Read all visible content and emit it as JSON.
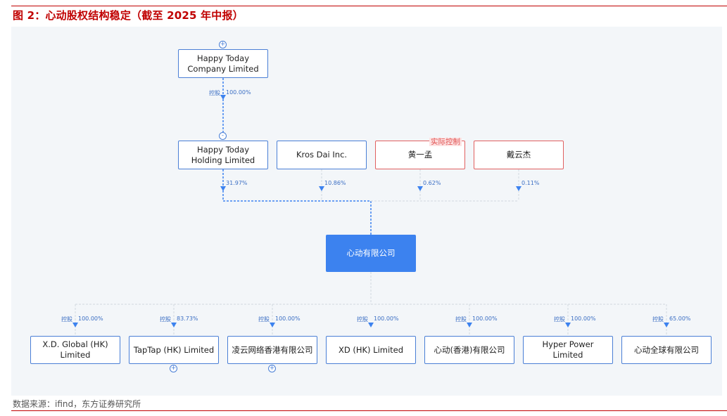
{
  "header": {
    "title": "图 2：心动股权结构稳定（截至 2025 年中报）",
    "source": "数据来源：ifind，东方证券研究所"
  },
  "diagram": {
    "top": {
      "name": "Happy Today Company Limited",
      "control_label": "控股",
      "pct": "100.00%",
      "toggle": "+"
    },
    "holding": {
      "name": "Happy Today Holding Limited",
      "pct": "31.97%",
      "toggle": "-"
    },
    "kros": {
      "name": "Kros Dai Inc.",
      "pct": "10.86%"
    },
    "huang": {
      "name": "黄一孟",
      "pct": "0.62%",
      "tag": "实际控制"
    },
    "dai": {
      "name": "戴云杰",
      "pct": "0.11%"
    },
    "center": {
      "name": "心动有限公司"
    },
    "subs": [
      {
        "name": "X.D. Global (HK) Limited",
        "control_label": "控股",
        "pct": "100.00%"
      },
      {
        "name": "TapTap (HK) Limited",
        "control_label": "控股",
        "pct": "83.73%",
        "toggle": "+"
      },
      {
        "name": "凌云网络香港有限公司",
        "control_label": "控股",
        "pct": "100.00%",
        "toggle": "+"
      },
      {
        "name": "XD (HK) Limited",
        "control_label": "控股",
        "pct": "100.00%"
      },
      {
        "name": "心动(香港)有限公司",
        "control_label": "控股",
        "pct": "100.00%"
      },
      {
        "name": "Hyper Power Limited",
        "control_label": "控股",
        "pct": "100.00%"
      },
      {
        "name": "心动全球有限公司",
        "control_label": "控股",
        "pct": "65.00%"
      }
    ]
  },
  "colors": {
    "accent_red": "#c00000",
    "line_blue": "#3c82ef",
    "center_fill": "#3c82ef",
    "panel_bg": "#f3f6f9"
  }
}
